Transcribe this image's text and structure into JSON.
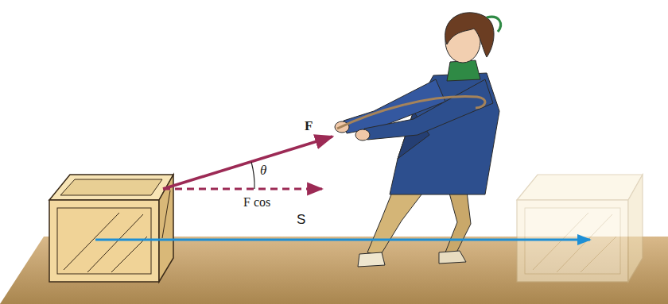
{
  "diagram": {
    "labels": [
      "F",
      "θ",
      "F cos",
      "S"
    ]
  }
}
